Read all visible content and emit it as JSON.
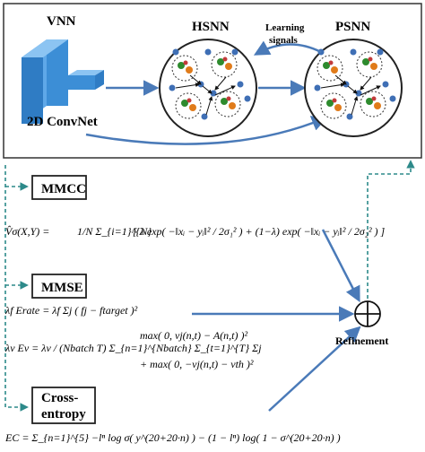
{
  "top_panel": {
    "vnn_label": "VNN",
    "hsnn_label": "HSNN",
    "psnn_label": "PSNN",
    "convnet_label": "2D ConvNet",
    "learning_signals_line1": "Learning",
    "learning_signals_line2": "signals"
  },
  "losses": {
    "mmcc_label": "MMCC",
    "mmse_label": "MMSE",
    "ce_line1": "Cross-",
    "ce_line2": "entropy"
  },
  "refinement_label": "Refinement",
  "equations": {
    "mmcc_lhs": "V̂σ(X,Y) = ",
    "mmcc_sum": "1/N Σ_{i=1}^{N}",
    "mmcc_body": "[ λ exp( −‖xᵢ − yᵢ‖² / 2σ₁² ) + (1−λ) exp( −‖xᵢ − yᵢ‖² / 2σ₂² ) ]",
    "rate": "λf Erate = λf Σj ( fj − ftarget )²",
    "volt_lhs": "λv Ev = λv / (Nbatch T) Σ_{n=1}^{Nbatch} Σ_{t=1}^{T} Σj",
    "volt_line1": "max( 0, vj(n,t) − A(n,t) )²",
    "volt_line2": "+ max( 0, −vj(n,t) − vth )²",
    "ce": "EC = Σ_{n=1}^{5} −lⁿ log σ( y^(20+20·n) ) − (1 − lⁿ) log( 1 − σ^(20+20·n) )"
  },
  "colors": {
    "arrow_blue": "#4a7ab8",
    "dashed_teal": "#2d8a8a",
    "neuron_green": "#2e8b2e",
    "neuron_orange": "#e07b1a",
    "neuron_blue": "#3f6fb5",
    "neuron_red": "#c23b3b",
    "convnet_blue": "#3c8ed6"
  }
}
